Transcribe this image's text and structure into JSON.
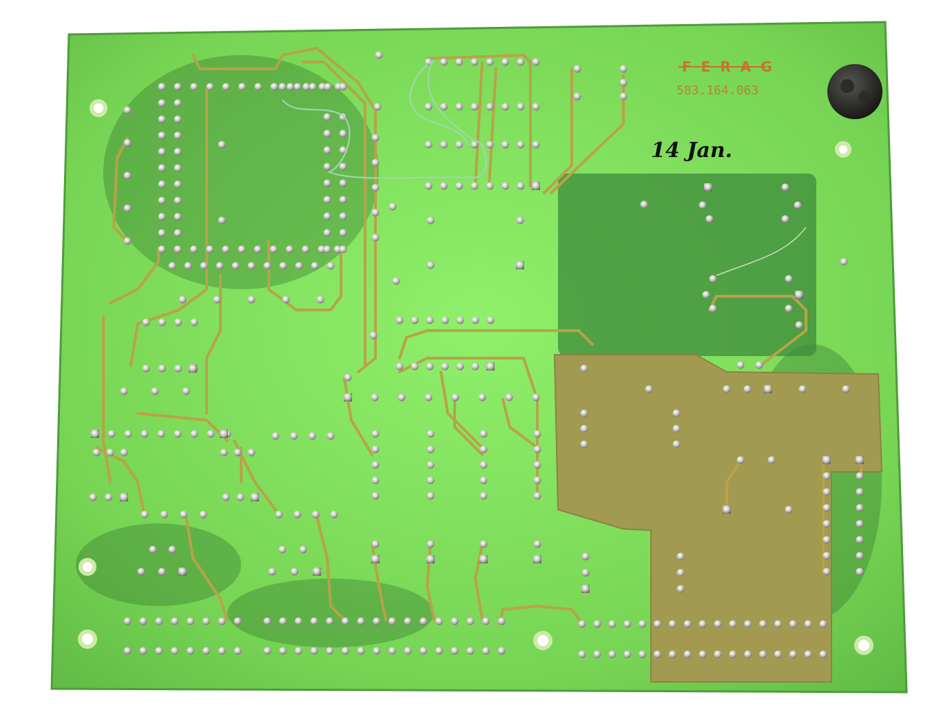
{
  "board": {
    "brand_marking": "FERAG",
    "part_number": "583.164.063",
    "handwritten_date": "14 Jan."
  },
  "colors": {
    "background": "#ffffff",
    "board_green": "#7fe05a",
    "board_green_dark": "#3f8a3c",
    "copper_pour": "#a39a52",
    "trace": "#b8a24a",
    "solder_pad": "#c9c9c3",
    "silkscreen": "#c8732a",
    "hole": "#ffffff",
    "rubber_foot": "#1c1c1a"
  }
}
